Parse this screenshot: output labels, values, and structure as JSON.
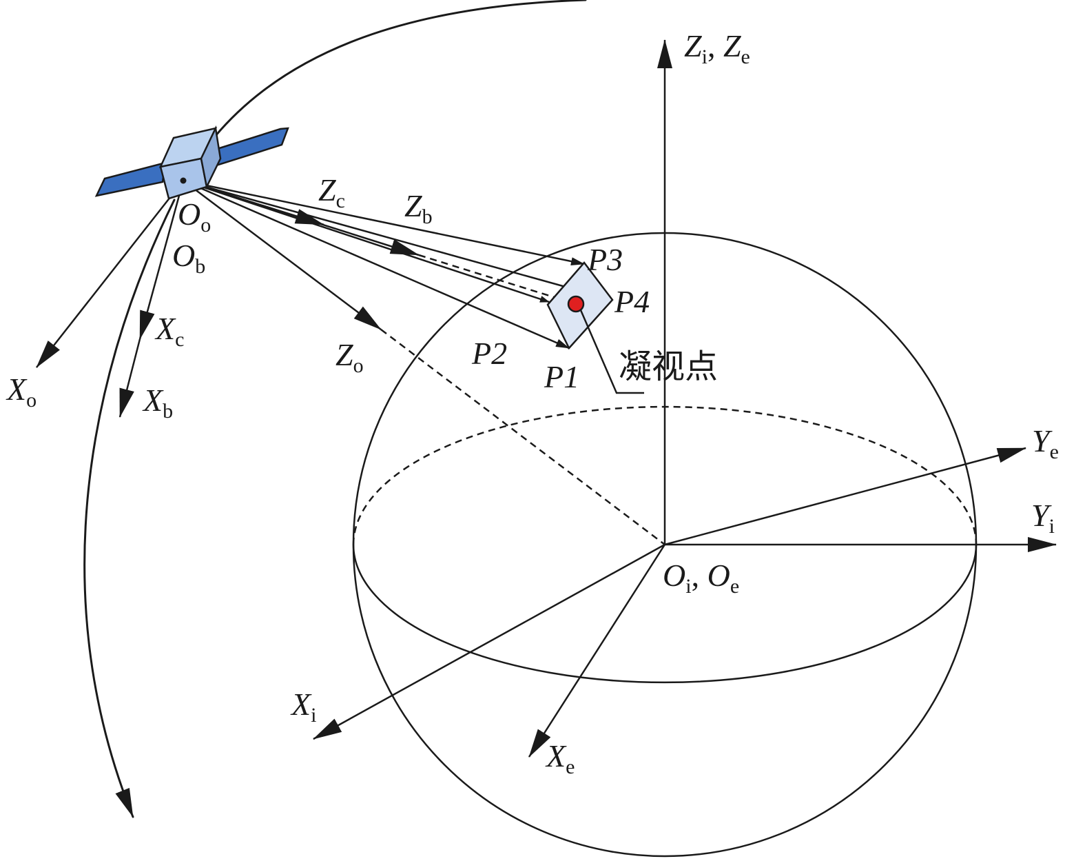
{
  "labels": {
    "z_axis_1": "Z",
    "z_axis_1_sub": "i",
    "z_axis_sep": ", ",
    "z_axis_2": "Z",
    "z_axis_2_sub": "e",
    "y_e": "Y",
    "y_e_sub": "e",
    "y_i": "Y",
    "y_i_sub": "i",
    "origin_1": "O",
    "origin_1_sub": "i",
    "origin_sep": ", ",
    "origin_2": "O",
    "origin_2_sub": "e",
    "x_i": "X",
    "x_i_sub": "i",
    "x_e": "X",
    "x_e_sub": "e",
    "o_o": "O",
    "o_o_sub": "o",
    "o_b": "O",
    "o_b_sub": "b",
    "x_c": "X",
    "x_c_sub": "c",
    "x_o": "X",
    "x_o_sub": "o",
    "x_b": "X",
    "x_b_sub": "b",
    "z_c": "Z",
    "z_c_sub": "c",
    "z_b": "Z",
    "z_b_sub": "b",
    "z_o": "Z",
    "z_o_sub": "o",
    "p1": "P1",
    "p2": "P2",
    "p3": "P3",
    "p4": "P4",
    "staring_point": "凝视点"
  },
  "colors": {
    "line": "#1a1a1a",
    "satellite_body": "#a9c4ea",
    "satellite_body_shade": "#8aa9d6",
    "solar_panel": "#3a6fc0",
    "footprint_fill": "#dde6f4",
    "staring_point": "#e02020"
  },
  "icons": {
    "satellite": "satellite-icon",
    "staring_point": "red-dot-marker"
  }
}
